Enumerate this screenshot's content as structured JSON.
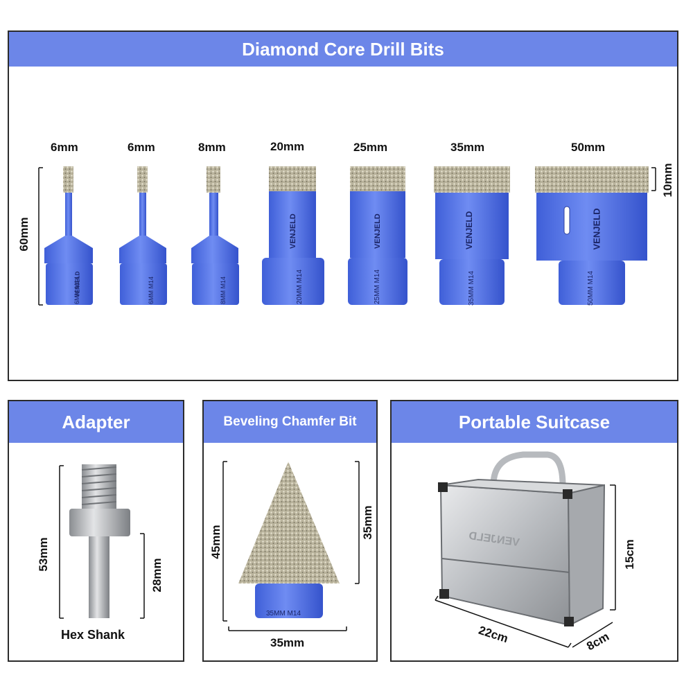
{
  "main_panel": {
    "title": "Diamond Core Drill Bits",
    "bits": [
      {
        "size": "6mm",
        "engraving": "6MM M14"
      },
      {
        "size": "6mm",
        "engraving": "6MM M14"
      },
      {
        "size": "8mm",
        "engraving": "8MM M14"
      },
      {
        "size": "20mm",
        "engraving": "20MM M14"
      },
      {
        "size": "25mm",
        "engraving": "25MM M14"
      },
      {
        "size": "35mm",
        "engraving": "35MM M14"
      },
      {
        "size": "50mm",
        "engraving": "50MM M14"
      }
    ],
    "length_label": "60mm",
    "segment_label": "10mm",
    "brand": "VENJELD"
  },
  "adapter_panel": {
    "title": "Adapter",
    "total_length": "53mm",
    "shank_length": "28mm",
    "caption": "Hex Shank"
  },
  "chamfer_panel": {
    "title": "Beveling Chamfer Bit",
    "height_total": "45mm",
    "cone_height": "35mm",
    "width": "35mm",
    "engraving": "35MM M14"
  },
  "suitcase_panel": {
    "title": "Portable Suitcase",
    "length": "22cm",
    "height": "15cm",
    "depth": "8cm"
  },
  "colors": {
    "header_blue": "#6c86e8",
    "bit_blue": "#4f6ee6",
    "diamond": "#c9c4b0",
    "silver": "#c8cacd"
  }
}
